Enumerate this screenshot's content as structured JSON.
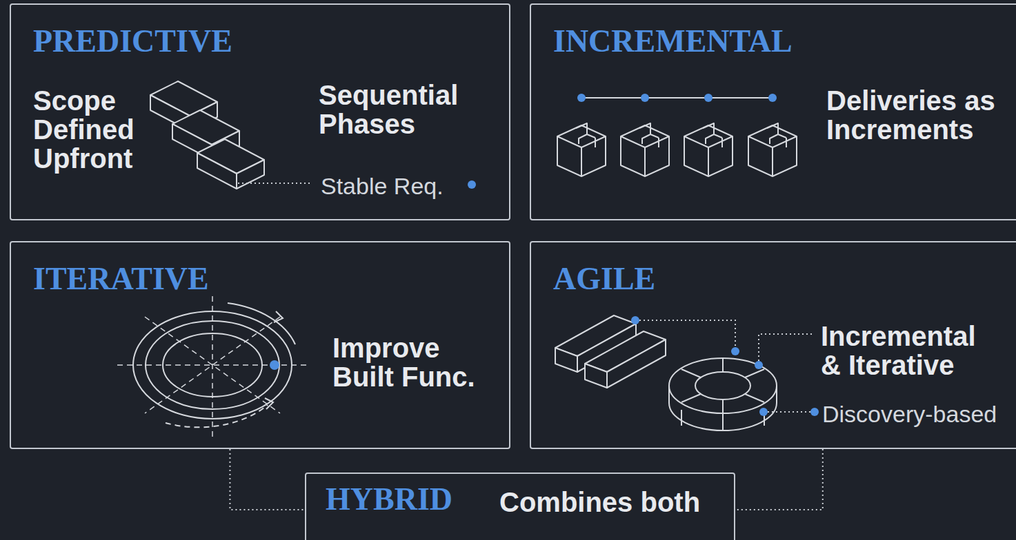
{
  "diagram": {
    "nodes": [
      {
        "text": [
          "PREDICTIVE",
          "Scope Defined Upfront",
          "Sequential Phases",
          "Stable Req."
        ]
      },
      {
        "text": [
          "INCREMENTAL",
          "Deliveries as Increments"
        ]
      },
      {
        "text": [
          "ITERATIVE",
          "Improve Built Func."
        ]
      },
      {
        "text": [
          "AGILE",
          "Incremental & Iterative",
          "Discovery-based"
        ]
      },
      {
        "text": [
          "HYBRID",
          "Combines both"
        ]
      }
    ],
    "edges": [
      {
        "from": 2,
        "to": 4,
        "arrow": "none"
      },
      {
        "from": 3,
        "to": 4,
        "arrow": "none"
      }
    ]
  }
}
